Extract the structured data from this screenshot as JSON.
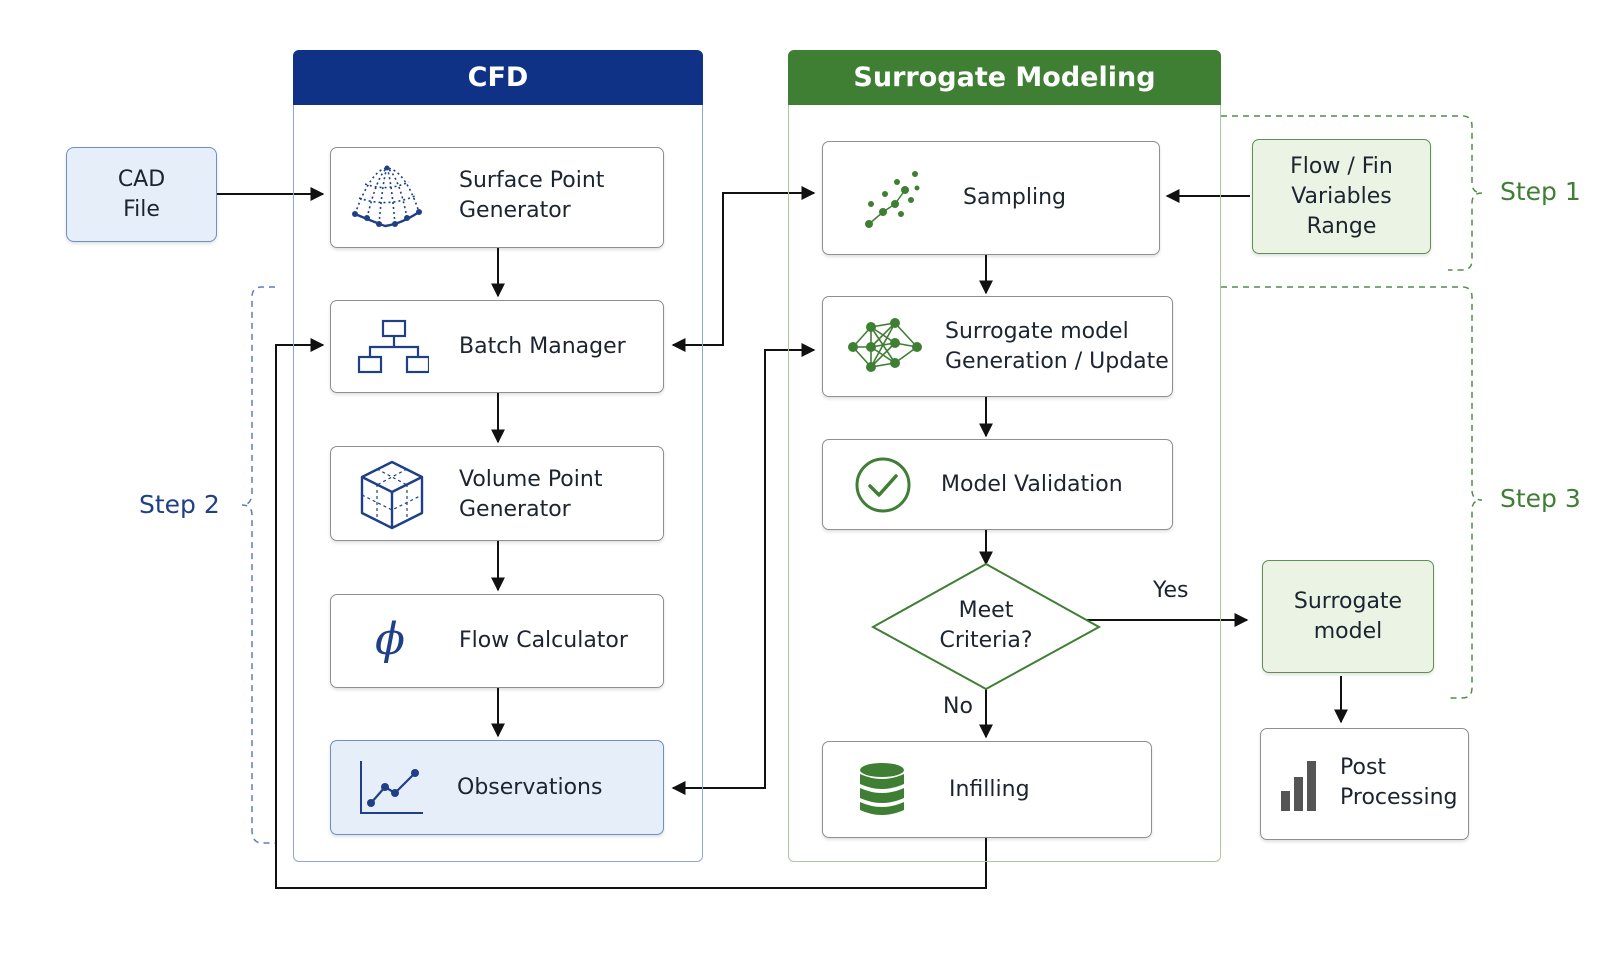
{
  "panels": {
    "cfd_title": "CFD",
    "surrogate_title": "Surrogate Modeling"
  },
  "inputs": {
    "cad_line1": "CAD",
    "cad_line2": "File",
    "flow_line1": "Flow / Fin",
    "flow_line2": "Variables",
    "flow_line3": "Range"
  },
  "cfd_steps": {
    "surface_line1": "Surface Point",
    "surface_line2": "Generator",
    "batch": "Batch Manager",
    "volume_line1": "Volume Point",
    "volume_line2": "Generator",
    "flow_calc": "Flow Calculator",
    "observations": "Observations"
  },
  "surrogate_steps": {
    "sampling": "Sampling",
    "gen_line1": "Surrogate model",
    "gen_line2": "Generation / Update",
    "validation": "Model Validation",
    "decision_line1": "Meet",
    "decision_line2": "Criteria?",
    "infilling": "Infilling"
  },
  "outputs": {
    "surrogate_line1": "Surrogate",
    "surrogate_line2": "model",
    "post_line1": "Post",
    "post_line2": "Processing"
  },
  "edge_labels": {
    "yes": "Yes",
    "no": "No"
  },
  "steps": {
    "step1": "Step 1",
    "step2": "Step 2",
    "step3": "Step 3"
  },
  "colors": {
    "cfd_header": "#0f3286",
    "surrogate_header": "#3f7f34",
    "icon_blue": "#1f3f86",
    "icon_green": "#3f7f34"
  }
}
